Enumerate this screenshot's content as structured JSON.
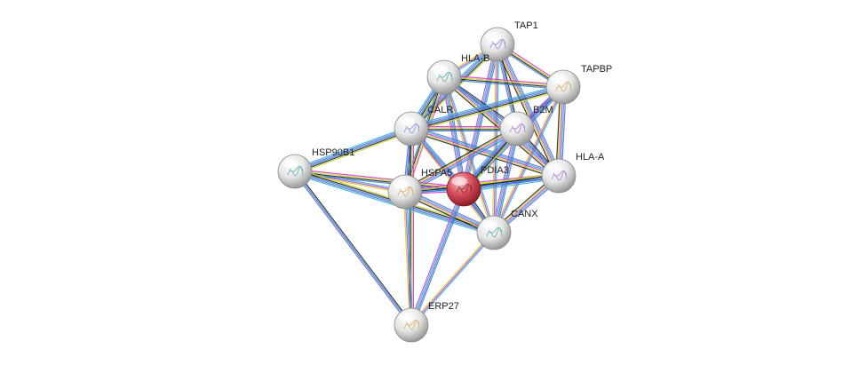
{
  "network": {
    "focus_protein": "PDIA3",
    "edge_colors": [
      "#2ab8d6",
      "#d43fd4",
      "#c9d62a",
      "#222222",
      "#3a7fd6",
      "#6a6ad0"
    ],
    "node_color": "#e8e8e8",
    "focus_node_color": "#d9505c",
    "nodes": [
      {
        "id": "TAP1",
        "label": "TAP1",
        "focus": false
      },
      {
        "id": "HLA-B",
        "label": "HLA-B",
        "focus": false
      },
      {
        "id": "TAPBP",
        "label": "TAPBP",
        "focus": false
      },
      {
        "id": "CALR",
        "label": "CALR",
        "focus": false
      },
      {
        "id": "B2M",
        "label": "B2M",
        "focus": false
      },
      {
        "id": "HSP90B1",
        "label": "HSP90B1",
        "focus": false
      },
      {
        "id": "HSPA5",
        "label": "HSPA5",
        "focus": false
      },
      {
        "id": "PDIA3",
        "label": "PDIA3",
        "focus": true
      },
      {
        "id": "HLA-A",
        "label": "HLA-A",
        "focus": false
      },
      {
        "id": "CANX",
        "label": "CANX",
        "focus": false
      },
      {
        "id": "ERP27",
        "label": "ERP27",
        "focus": false
      }
    ],
    "edges": [
      [
        "TAP1",
        "HLA-B"
      ],
      [
        "TAP1",
        "TAPBP"
      ],
      [
        "TAP1",
        "CALR"
      ],
      [
        "TAP1",
        "B2M"
      ],
      [
        "TAP1",
        "PDIA3"
      ],
      [
        "TAP1",
        "HLA-A"
      ],
      [
        "TAP1",
        "CANX"
      ],
      [
        "HLA-B",
        "TAPBP"
      ],
      [
        "HLA-B",
        "CALR"
      ],
      [
        "HLA-B",
        "B2M"
      ],
      [
        "HLA-B",
        "PDIA3"
      ],
      [
        "HLA-B",
        "HLA-A"
      ],
      [
        "HLA-B",
        "CANX"
      ],
      [
        "HLA-B",
        "HSPA5"
      ],
      [
        "TAPBP",
        "CALR"
      ],
      [
        "TAPBP",
        "B2M"
      ],
      [
        "TAPBP",
        "PDIA3"
      ],
      [
        "TAPBP",
        "HLA-A"
      ],
      [
        "TAPBP",
        "CANX"
      ],
      [
        "CALR",
        "B2M"
      ],
      [
        "CALR",
        "HSP90B1"
      ],
      [
        "CALR",
        "HSPA5"
      ],
      [
        "CALR",
        "PDIA3"
      ],
      [
        "CALR",
        "HLA-A"
      ],
      [
        "CALR",
        "CANX"
      ],
      [
        "CALR",
        "ERP27"
      ],
      [
        "B2M",
        "PDIA3"
      ],
      [
        "B2M",
        "HLA-A"
      ],
      [
        "B2M",
        "CANX"
      ],
      [
        "B2M",
        "HSPA5"
      ],
      [
        "HSP90B1",
        "HSPA5"
      ],
      [
        "HSP90B1",
        "PDIA3"
      ],
      [
        "HSP90B1",
        "CANX"
      ],
      [
        "HSP90B1",
        "ERP27"
      ],
      [
        "HSPA5",
        "PDIA3"
      ],
      [
        "HSPA5",
        "CANX"
      ],
      [
        "HSPA5",
        "ERP27"
      ],
      [
        "HSPA5",
        "HLA-A"
      ],
      [
        "PDIA3",
        "HLA-A"
      ],
      [
        "PDIA3",
        "CANX"
      ],
      [
        "PDIA3",
        "ERP27"
      ],
      [
        "HLA-A",
        "CANX"
      ],
      [
        "CANX",
        "ERP27"
      ]
    ]
  }
}
